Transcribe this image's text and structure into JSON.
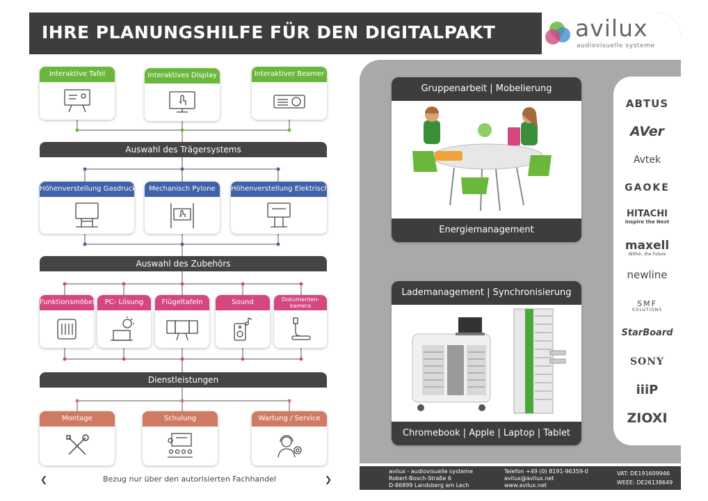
{
  "header": {
    "title": "IHRE PLANUNGSHILFE FÜR DEN DIGITALPAKT",
    "logo_name": "avilux",
    "logo_sub": "audiovisuelle systeme"
  },
  "colors": {
    "green": "#6ab73c",
    "blue": "#3f62a8",
    "pink": "#d4477f",
    "salmon": "#cf7a63",
    "dark": "#3d3d3d",
    "panel": "#a7a9ab"
  },
  "display_options": [
    {
      "label": "Interaktive Tafel",
      "icon": "whiteboard-icon"
    },
    {
      "label": "Interaktives Display",
      "icon": "display-icon"
    },
    {
      "label": "Interaktiver Beamer",
      "icon": "projector-icon"
    }
  ],
  "section_carrier": "Auswahl des Trägersystems",
  "carrier_options": [
    {
      "label": "Höhenverstellung Gasdruck",
      "icon": "gas-lift-stand-icon"
    },
    {
      "label": "Mechanisch Pylone",
      "icon": "pylon-icon"
    },
    {
      "label": "Höhenverstellung Elektrisch",
      "icon": "electric-stand-icon"
    }
  ],
  "section_accessories": "Auswahl des Zubehörs",
  "accessory_options": [
    {
      "label": "Funktionsmöbel",
      "icon": "furniture-icon"
    },
    {
      "label": "PC- Lösung",
      "icon": "pc-icon"
    },
    {
      "label": "Flügeltafeln",
      "icon": "wing-board-icon"
    },
    {
      "label": "Sound",
      "icon": "speaker-icon"
    },
    {
      "label": "Dokumenten-\nkamera",
      "icon": "document-camera-icon"
    }
  ],
  "section_services": "Dienstleistungen",
  "service_options": [
    {
      "label": "Montage",
      "icon": "tools-icon"
    },
    {
      "label": "Schulung",
      "icon": "training-icon"
    },
    {
      "label": "Wartung / Service",
      "icon": "support-icon"
    }
  ],
  "footer_note": "Bezug nur über den autorisierten Fachhandel",
  "photo_cards": [
    {
      "title": "Gruppenarbeit | Mobelierung",
      "caption": "Energiemanagement"
    },
    {
      "title": "Lademanagement | Synchronisierung",
      "caption": "Chromebook | Apple | Laptop | Tablet"
    }
  ],
  "brands": [
    "ABTUS",
    "AVer",
    "Avtek",
    "GAOKE",
    "HITACHI",
    "Inspire the Next",
    "maxell",
    "Within, the Future",
    "newline",
    "SMF",
    "SOLUTIONS",
    "StarBoard",
    "SONY",
    "iiiP",
    "ZIOXI"
  ],
  "contact": {
    "company": "avilux - audiovisuelle systeme",
    "street": "Robert-Bosch-Straße 6",
    "city": "D-86899 Landsberg am Lech",
    "phone": "Telefon +49 (0) 8191-96359-0",
    "email": "avilux@avilux.net",
    "web": "www.avilux.net",
    "vat": "VAT: DE191609946",
    "weee": "WEEE: DE26138649"
  }
}
